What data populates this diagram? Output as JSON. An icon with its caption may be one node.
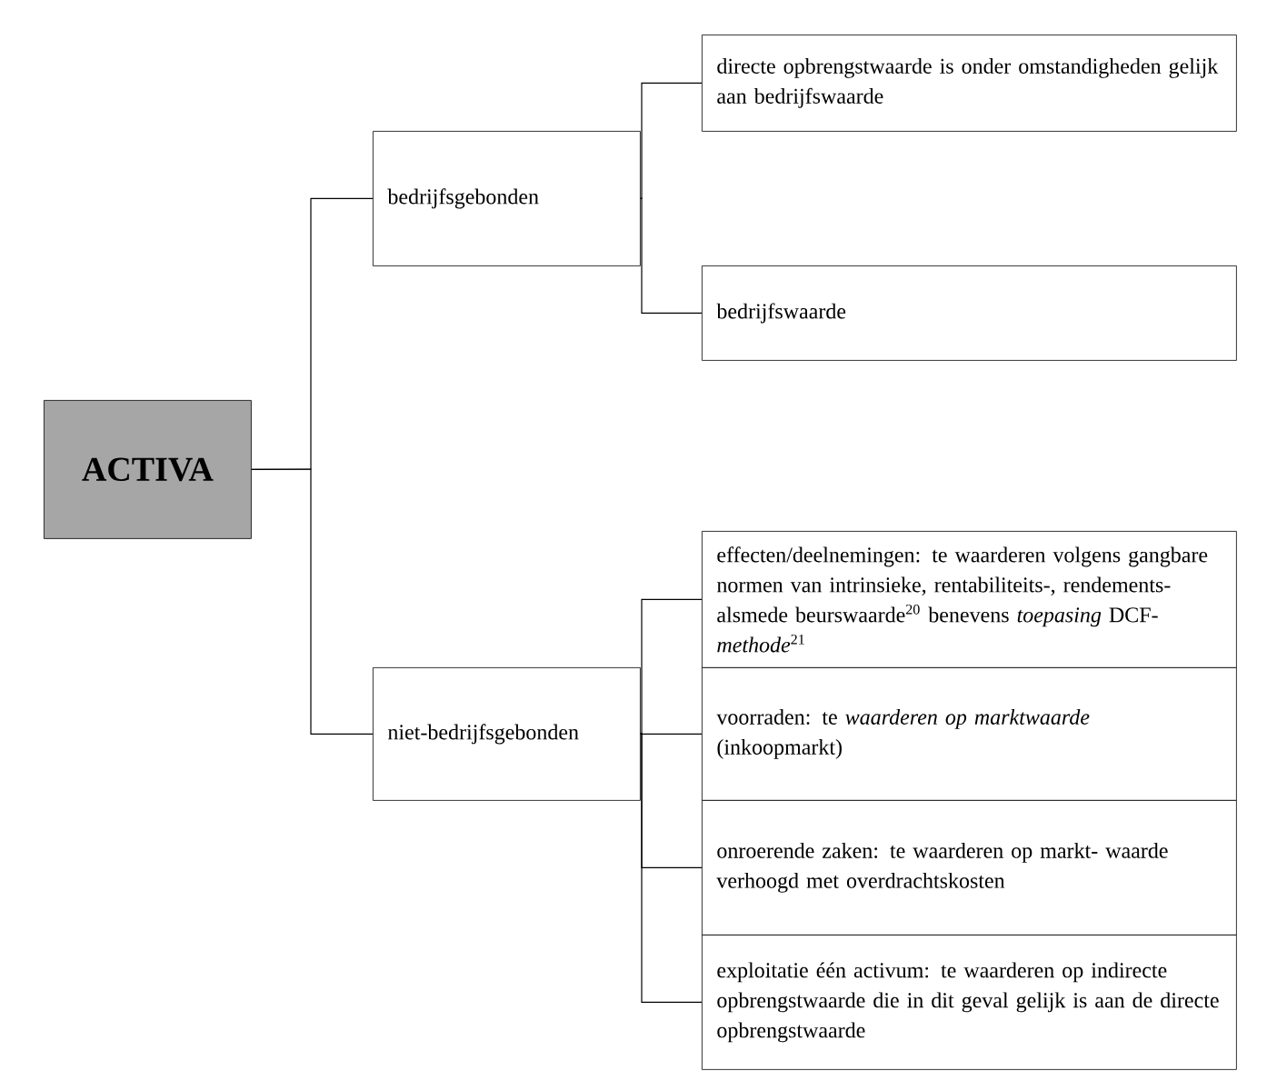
{
  "diagram": {
    "nodes": [
      {
        "text": [
          "ACTIVA"
        ]
      },
      {
        "text": [
          "bedrijfsgebonden"
        ]
      },
      {
        "text": [
          "directe opbrengstwaarde is onder omstandigheden gelijk aan bedrijfswaarde"
        ]
      },
      {
        "text": [
          "bedrijfswaarde"
        ]
      },
      {
        "text": [
          "niet-bedrijfsgebonden"
        ]
      },
      {
        "text": [
          "effecten/deelnemingen: te waarderen volgens gangbare normen van intrinsieke, rentabiliteits-, rendements- alsmede beurswaarde$^{20}$ benevens *toepasing* DCF-*methode*$^{21}$"
        ]
      },
      {
        "text": [
          "voorraden: te *waarderen op marktwaarde* (inkoopmarkt)"
        ]
      },
      {
        "text": [
          "onroerende zaken: te waarderen op markt- waarde verhoogd met overdrachtskosten"
        ]
      },
      {
        "text": [
          "exploitatie één activum: te waarderen op indirecte opbrengstwaarde die in dit geval gelijk is aan de directe opbrengstwaarde"
        ]
      }
    ],
    "edges": [
      {
        "from": 0,
        "to": 1,
        "arrow": "none"
      },
      {
        "from": 0,
        "to": 4,
        "arrow": "none"
      },
      {
        "from": 1,
        "to": 2,
        "arrow": "none"
      },
      {
        "from": 1,
        "to": 3,
        "arrow": "none"
      },
      {
        "from": 4,
        "to": 5,
        "arrow": "none"
      },
      {
        "from": 4,
        "to": 6,
        "arrow": "none"
      },
      {
        "from": 4,
        "to": 7,
        "arrow": "none"
      },
      {
        "from": 4,
        "to": 8,
        "arrow": "none"
      }
    ]
  }
}
